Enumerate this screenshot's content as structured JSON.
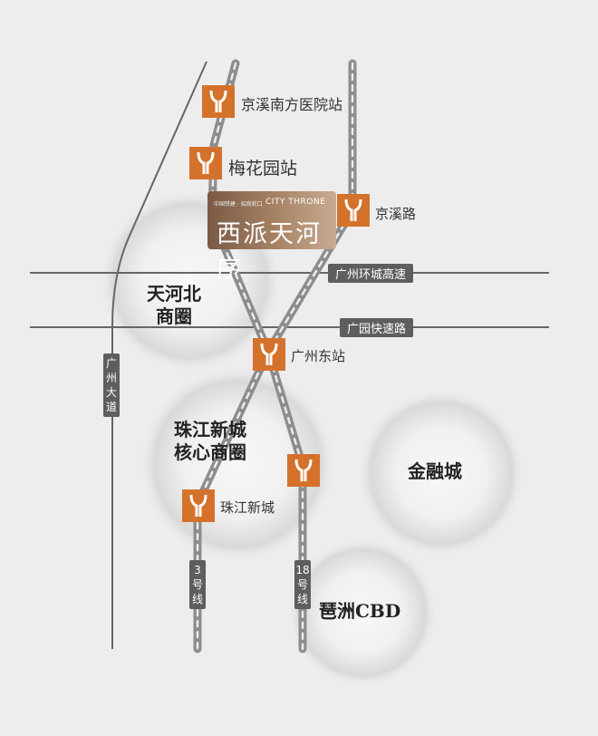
{
  "project": {
    "developers": "中国铁建 · 招商蛇口",
    "name_en": "CITY THRONE",
    "name_cn": "西派天河序"
  },
  "stations": [
    {
      "name": "京溪南方医院站"
    },
    {
      "name": "梅花园站"
    },
    {
      "name": "京溪路"
    },
    {
      "name": "广州东站"
    },
    {
      "name": ""
    },
    {
      "name": "珠江新城"
    }
  ],
  "roads": {
    "ring": "广州环城高速",
    "guangyuan": "广园快速路",
    "avenue": "广州大道"
  },
  "lines": {
    "line3": "3号线",
    "line18": "18号线"
  },
  "districts": {
    "tianhebei": "天河北\n商圈",
    "zhujiang": "珠江新城\n核心商圈",
    "finance": "金融城",
    "pazhou": "琶洲CBD"
  },
  "colors": {
    "metro": "#d4722c",
    "road": "#5e5e5e",
    "rail": "#8a8a8a"
  }
}
